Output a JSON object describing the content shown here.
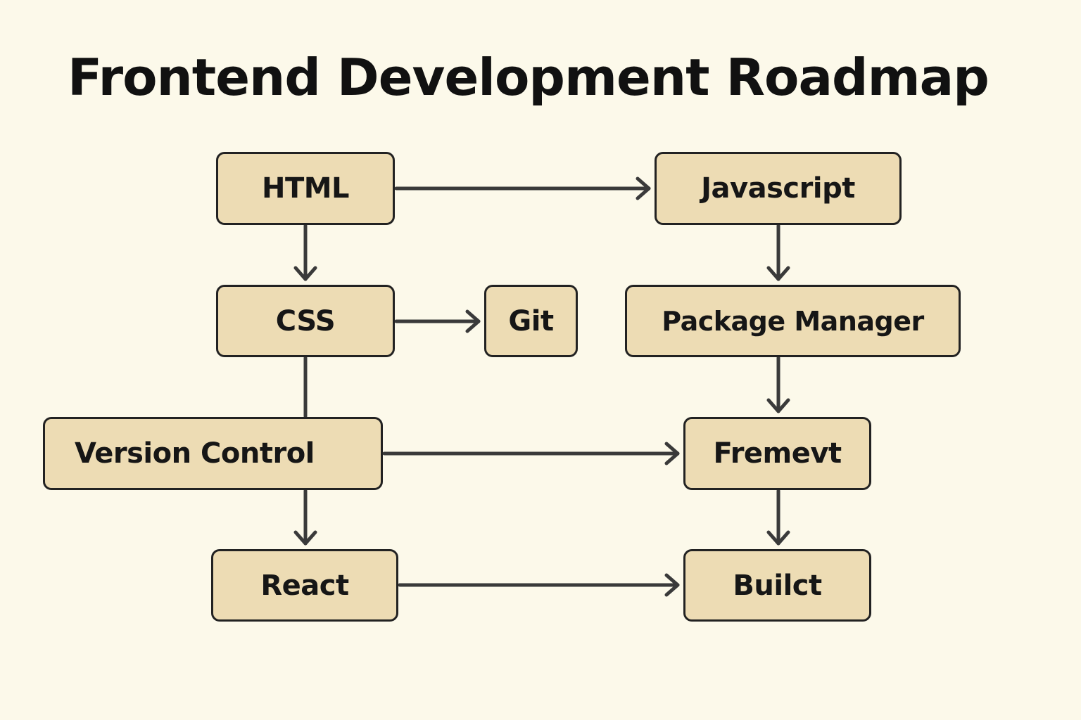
{
  "title": "Frontend Development Roadmap",
  "colors": {
    "background": "#FCF9EA",
    "node_fill": "#EDDCB4",
    "node_border": "#222222",
    "arrow": "#3A3A3A",
    "text": "#111111"
  },
  "nodes": {
    "html": "HTML",
    "javascript": "Javascript",
    "css": "CSS",
    "git": "Git",
    "package_manager": "Package Manager",
    "version_control": "Version Control",
    "framework": "Fremevt",
    "react": "React",
    "build": "Builct"
  },
  "edges": [
    {
      "from": "html",
      "to": "javascript"
    },
    {
      "from": "html",
      "to": "css"
    },
    {
      "from": "css",
      "to": "git"
    },
    {
      "from": "css",
      "to": "version_control"
    },
    {
      "from": "javascript",
      "to": "package_manager"
    },
    {
      "from": "package_manager",
      "to": "framework"
    },
    {
      "from": "version_control",
      "to": "framework"
    },
    {
      "from": "version_control",
      "to": "react"
    },
    {
      "from": "framework",
      "to": "build"
    },
    {
      "from": "react",
      "to": "build"
    }
  ]
}
